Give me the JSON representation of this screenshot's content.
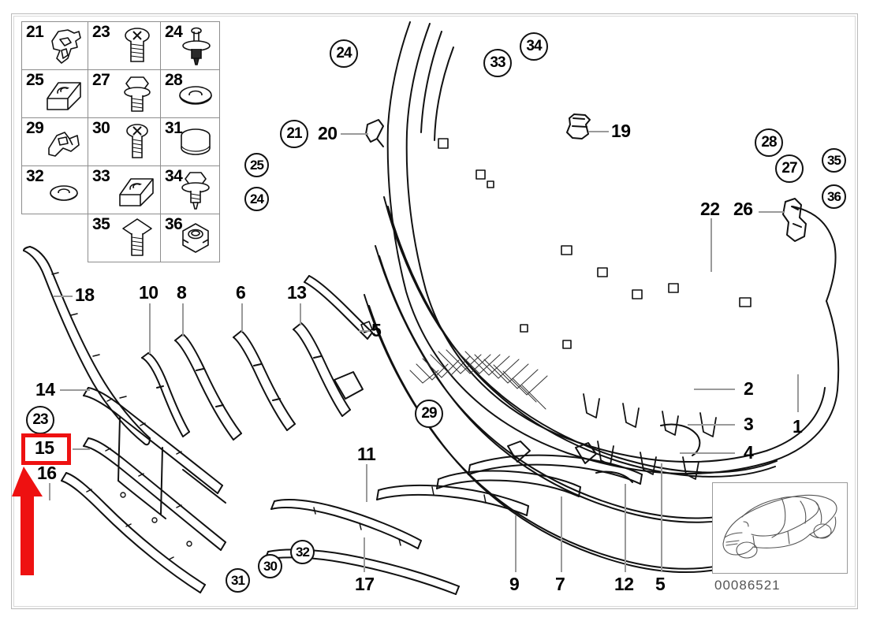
{
  "diagram": {
    "id_label": "00086521",
    "vehicle_thumbnail": "car-side-view-outline",
    "highlight_color": "#ee1111",
    "highlighted_item": "15"
  },
  "legend": {
    "title": "fasteners-legend",
    "rows": [
      [
        {
          "num": "21",
          "icon": "bracket-clip-icon"
        },
        {
          "num": "23",
          "icon": "phillips-pan-head-screw-icon"
        },
        {
          "num": "24",
          "icon": "push-rivet-icon"
        }
      ],
      [
        {
          "num": "25",
          "icon": "speed-nut-clip-icon"
        },
        {
          "num": "27",
          "icon": "hex-flange-bolt-icon"
        },
        {
          "num": "28",
          "icon": "flat-washer-icon"
        }
      ],
      [
        {
          "num": "29",
          "icon": "spring-clip-icon"
        },
        {
          "num": "30",
          "icon": "phillips-oval-head-screw-icon"
        },
        {
          "num": "31",
          "icon": "cylindrical-cap-icon"
        }
      ],
      [
        {
          "num": "32",
          "icon": "small-washer-icon"
        },
        {
          "num": "33",
          "icon": "speed-nut-clip-icon"
        },
        {
          "num": "34",
          "icon": "hex-head-sems-screw-icon"
        }
      ],
      [
        {
          "num": "",
          "icon": ""
        },
        {
          "num": "35",
          "icon": "square-head-bolt-icon"
        },
        {
          "num": "36",
          "icon": "hex-lock-nut-icon"
        }
      ]
    ]
  },
  "callouts": {
    "circled": [
      {
        "id": "c24a",
        "label": "24"
      },
      {
        "id": "c33",
        "label": "33"
      },
      {
        "id": "c34",
        "label": "34"
      },
      {
        "id": "c21",
        "label": "21"
      },
      {
        "id": "c25",
        "label": "25"
      },
      {
        "id": "c24b",
        "label": "24"
      },
      {
        "id": "c28",
        "label": "28"
      },
      {
        "id": "c27",
        "label": "27"
      },
      {
        "id": "c35",
        "label": "35"
      },
      {
        "id": "c36",
        "label": "36"
      },
      {
        "id": "c23",
        "label": "23"
      },
      {
        "id": "c29",
        "label": "29"
      },
      {
        "id": "c31",
        "label": "31"
      },
      {
        "id": "c30",
        "label": "30"
      },
      {
        "id": "c32",
        "label": "32"
      }
    ],
    "plain": [
      {
        "id": "p20",
        "label": "20"
      },
      {
        "id": "p19",
        "label": "19"
      },
      {
        "id": "p22",
        "label": "22"
      },
      {
        "id": "p26",
        "label": "26"
      },
      {
        "id": "p18",
        "label": "18"
      },
      {
        "id": "p10",
        "label": "10"
      },
      {
        "id": "p8",
        "label": "8"
      },
      {
        "id": "p6",
        "label": "6"
      },
      {
        "id": "p13",
        "label": "13"
      },
      {
        "id": "p5a",
        "label": "5"
      },
      {
        "id": "p14",
        "label": "14"
      },
      {
        "id": "p15",
        "label": "15"
      },
      {
        "id": "p16",
        "label": "16"
      },
      {
        "id": "p11",
        "label": "11"
      },
      {
        "id": "p2",
        "label": "2"
      },
      {
        "id": "p3",
        "label": "3"
      },
      {
        "id": "p4",
        "label": "4"
      },
      {
        "id": "p1",
        "label": "1"
      },
      {
        "id": "p17",
        "label": "17"
      },
      {
        "id": "p9",
        "label": "9"
      },
      {
        "id": "p7",
        "label": "7"
      },
      {
        "id": "p12",
        "label": "12"
      },
      {
        "id": "p5b",
        "label": "5"
      }
    ]
  }
}
